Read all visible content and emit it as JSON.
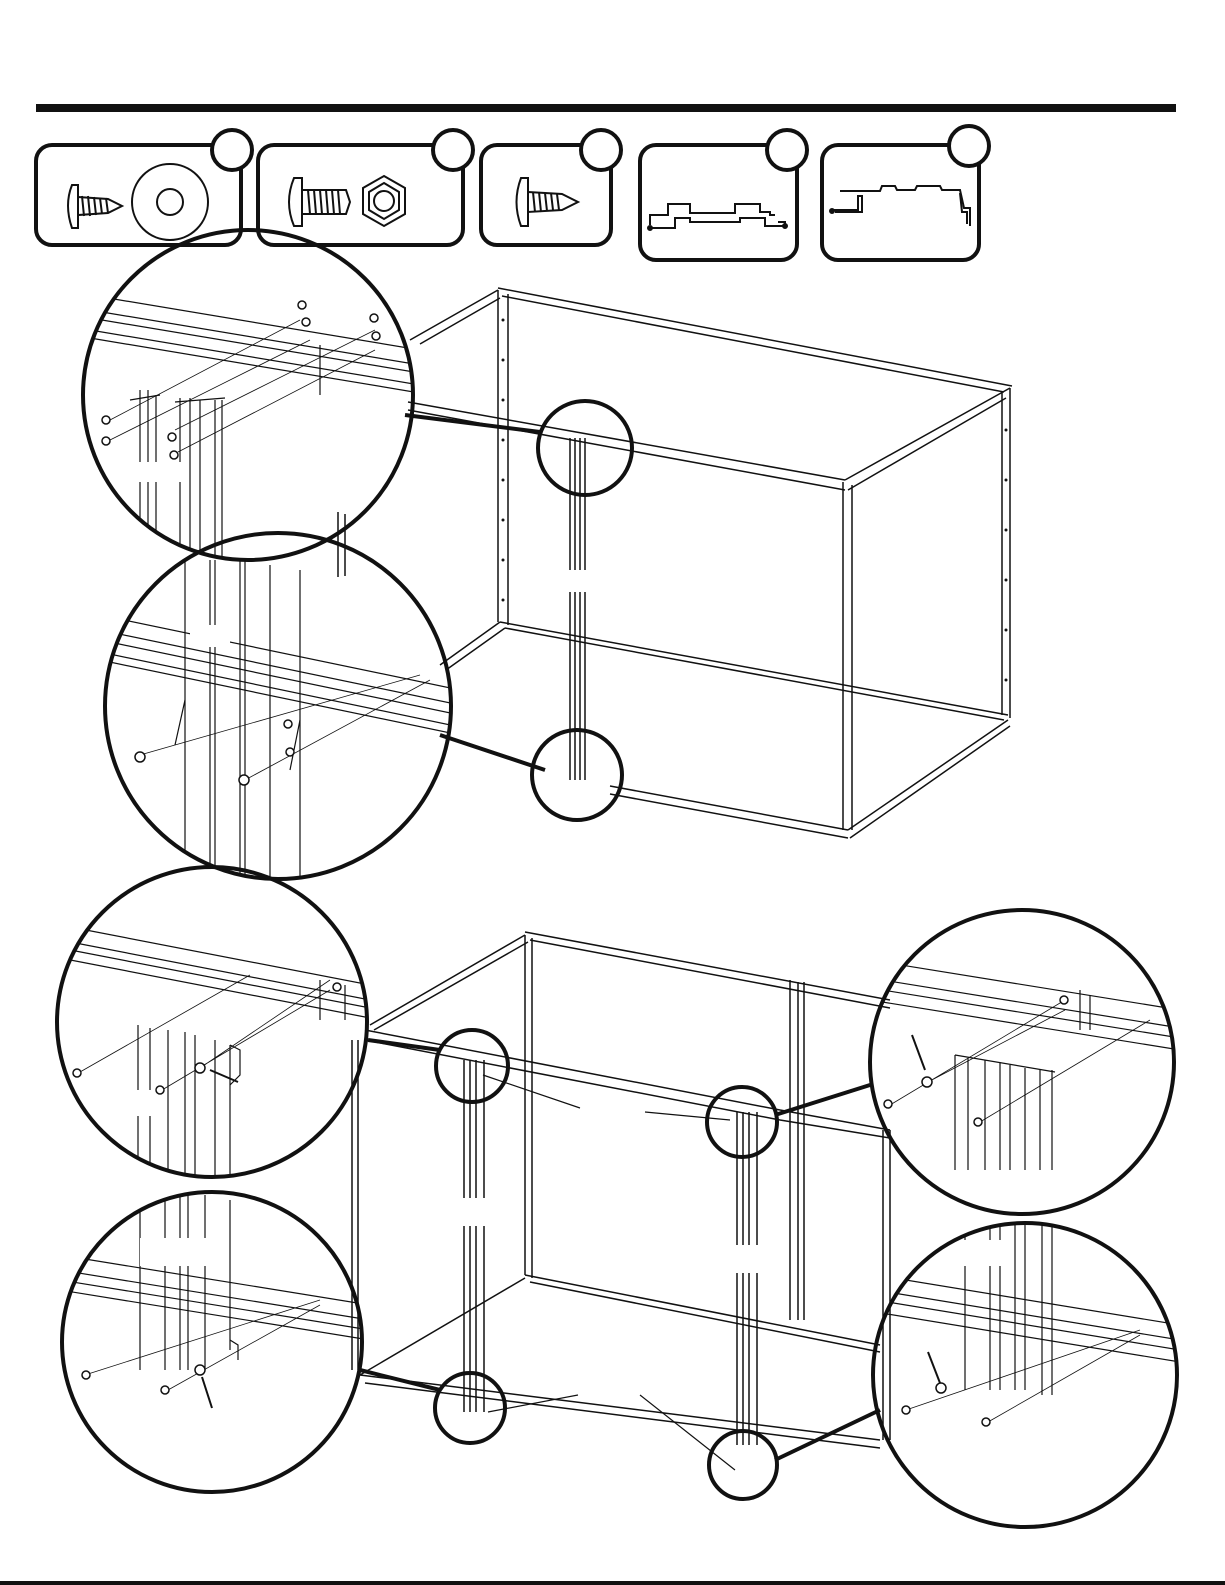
{
  "page": {
    "background": "#ffffff",
    "ink": "#111111"
  },
  "parts": [
    {
      "icon": "washer-screw-icon",
      "badge_label": ""
    },
    {
      "icon": "bolt-nut-icon",
      "badge_label": ""
    },
    {
      "icon": "screw-icon",
      "badge_label": ""
    },
    {
      "icon": "profile-channel-icon",
      "badge_label": ""
    },
    {
      "icon": "profile-step-icon",
      "badge_label": ""
    }
  ],
  "steps": [
    {
      "name": "single-center-post",
      "detail_callouts": 2
    },
    {
      "name": "double-door-posts",
      "detail_callouts": 4
    }
  ]
}
